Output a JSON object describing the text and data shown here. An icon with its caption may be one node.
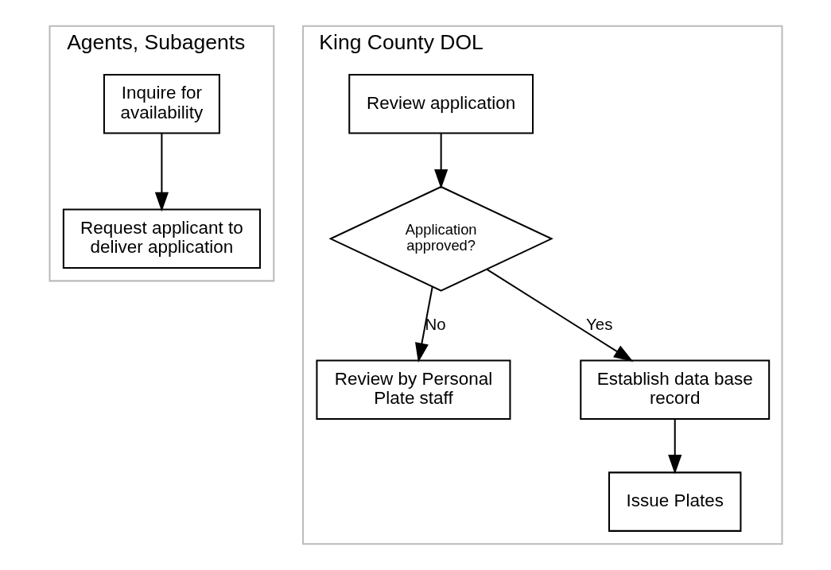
{
  "diagram": {
    "nodes": [
      {
        "text": [
          "Agents, Subagents"
        ]
      },
      {
        "text": [
          "Inquire for availability"
        ],
        "in": 0
      },
      {
        "text": [
          "Request applicant to deliver application"
        ],
        "in": 0
      },
      {
        "text": [
          "King County DOL"
        ]
      },
      {
        "text": [
          "Review application"
        ],
        "in": 3
      },
      {
        "text": [
          "Application approved?"
        ],
        "in": 3
      },
      {
        "text": [
          "Review by Personal Plate staff"
        ],
        "in": 3
      },
      {
        "text": [
          "Establish data base record"
        ],
        "in": 3
      },
      {
        "text": [
          "Issue Plates"
        ],
        "in": 3
      }
    ],
    "edges": [
      {
        "from": 1,
        "to": 2,
        "arrow": "to"
      },
      {
        "from": 4,
        "to": 5,
        "arrow": "to"
      },
      {
        "from": 5,
        "to": 6,
        "arrow": "to",
        "label": "No"
      },
      {
        "from": 5,
        "to": 7,
        "arrow": "to",
        "label": "Yes"
      },
      {
        "from": 7,
        "to": 8,
        "arrow": "to"
      }
    ]
  }
}
